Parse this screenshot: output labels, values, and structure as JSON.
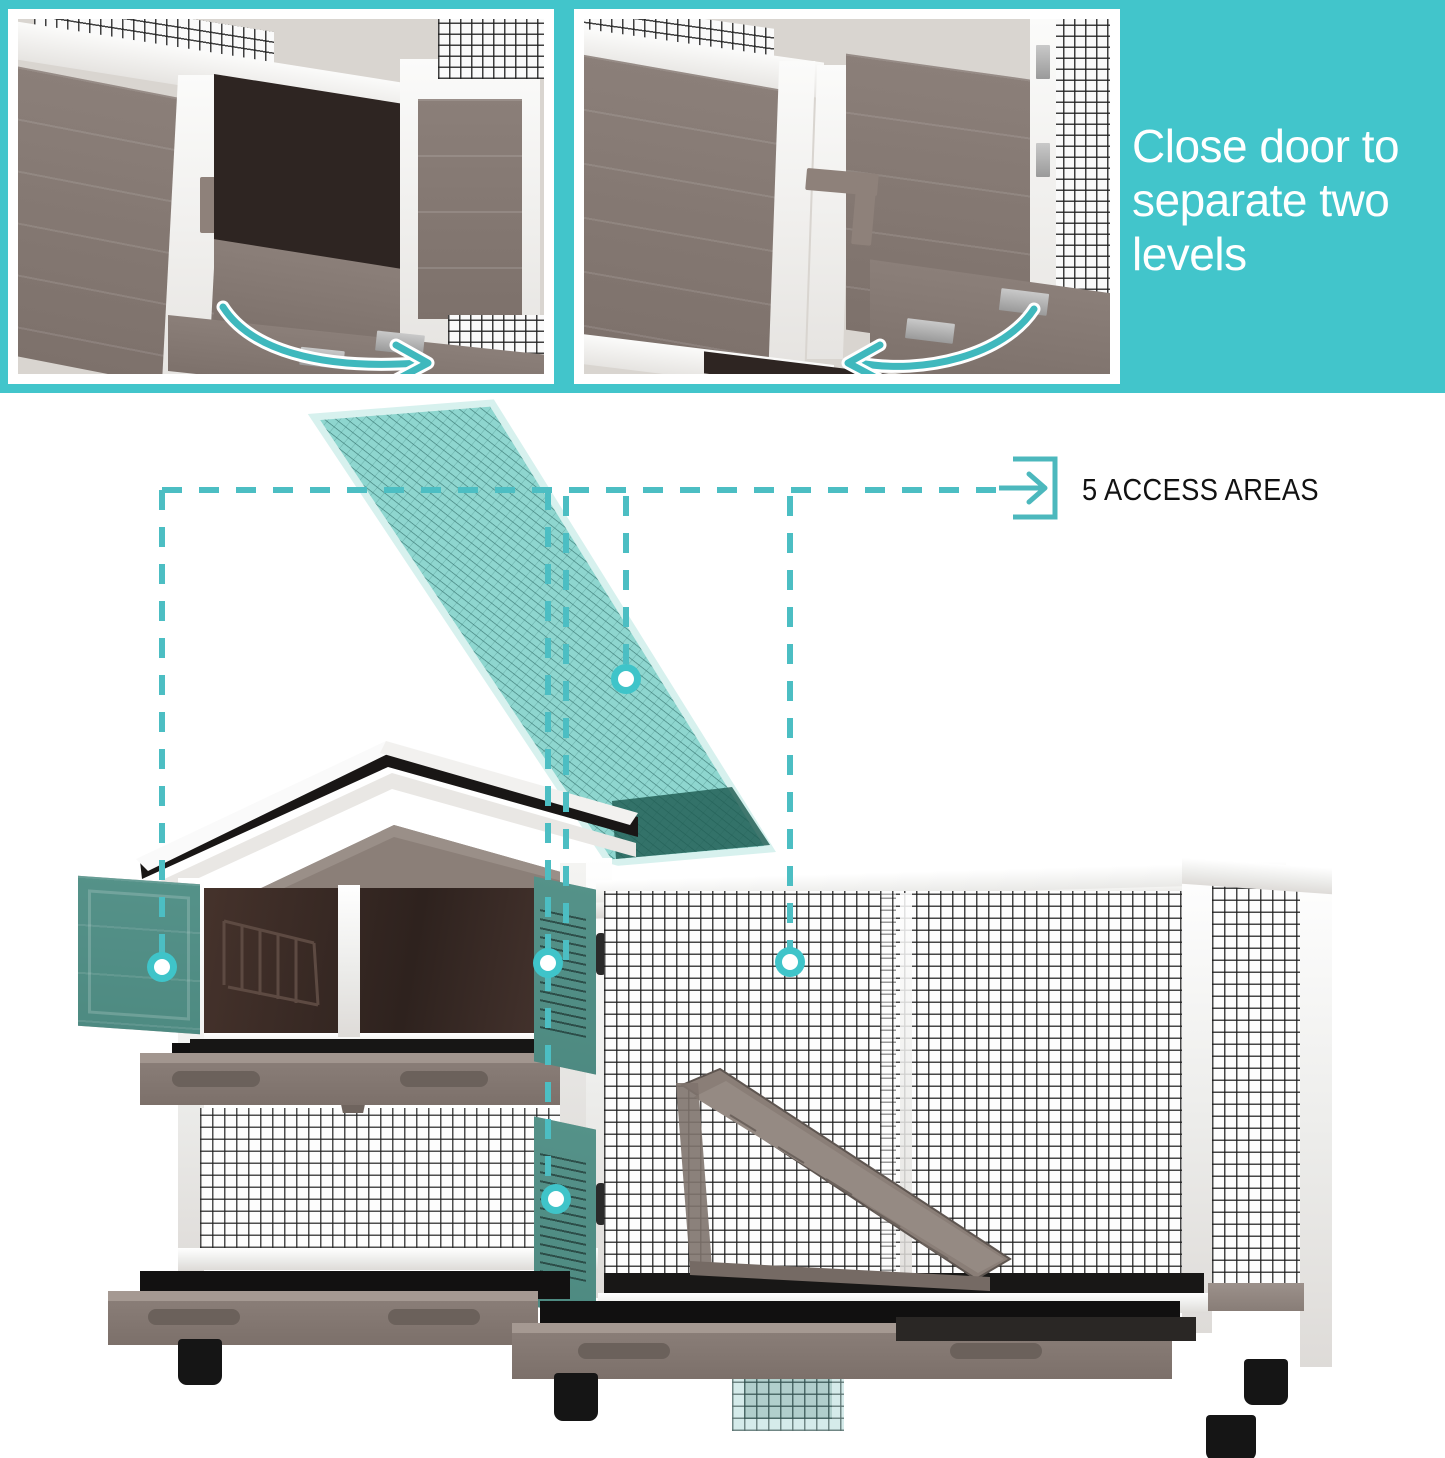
{
  "banner": {
    "background_color": "#42c5cb",
    "caption_lines": [
      "Close door to",
      "separate two",
      "levels"
    ],
    "caption_text": "Close door to separate two levels",
    "photos": [
      {
        "name": "door-open-photo",
        "alt": "Hutch upper level with the divider door swung open",
        "arrow_direction": "right",
        "arrow_meaning": "swing door closed"
      },
      {
        "name": "door-closed-photo",
        "alt": "Hutch upper level with the divider door closed and latched",
        "arrow_direction": "left",
        "arrow_meaning": "door closed separating levels"
      }
    ]
  },
  "callout": {
    "label": "5 ACCESS AREAS",
    "icon_name": "enter-arrow-icon",
    "accent_color": "#45b8bd",
    "line_style": "dashed",
    "markers": [
      {
        "id": 1,
        "name": "access-marker-left-door",
        "target": "left side nesting-box door"
      },
      {
        "id": 2,
        "name": "access-marker-roof",
        "target": "lift-up wire roof of the run"
      },
      {
        "id": 3,
        "name": "access-marker-center-upper",
        "target": "upper centre door"
      },
      {
        "id": 4,
        "name": "access-marker-center-lower",
        "target": "lower centre door"
      },
      {
        "id": 5,
        "name": "access-marker-run-door",
        "target": "wire mesh run door"
      }
    ],
    "marker_count": 5
  },
  "product": {
    "name": "two-storey-rabbit-hutch",
    "parts": [
      {
        "name": "gable-roof",
        "label": "Asphalt gable roof"
      },
      {
        "name": "lift-up-wire-roof",
        "label": "Lift-up wire mesh roof"
      },
      {
        "name": "left-door",
        "label": "Left hinged door"
      },
      {
        "name": "center-upper-door",
        "label": "Upper centre door"
      },
      {
        "name": "center-lower-door",
        "label": "Lower centre door"
      },
      {
        "name": "run-mesh-door",
        "label": "Run mesh door"
      },
      {
        "name": "ramp",
        "label": "Connecting ramp"
      },
      {
        "name": "pull-out-tray-upper",
        "label": "Upper pull-out tray"
      },
      {
        "name": "pull-out-tray-lower",
        "label": "Lower pull-out tray"
      },
      {
        "name": "pull-out-tray-run",
        "label": "Run pull-out tray"
      },
      {
        "name": "casters",
        "label": "Lockable caster wheels"
      }
    ],
    "colors": {
      "frame_white": "#ffffff",
      "wood_brown": "#847871",
      "roof_black": "#1d1b1a",
      "highlight_tint": "#28a096"
    }
  }
}
